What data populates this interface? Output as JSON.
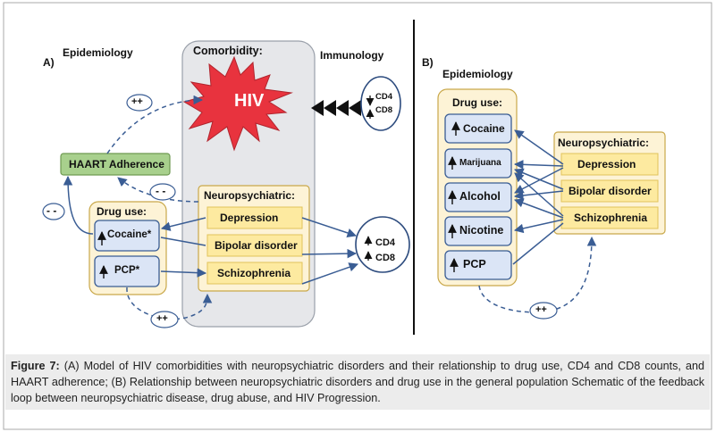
{
  "panel_a": {
    "label": "A)",
    "epidemiology": "Epidemiology",
    "comorbidity": "Comorbidity:",
    "immunology": "Immunology",
    "hiv": "HIV",
    "immune_top": {
      "cd4": "CD4",
      "cd8": "CD8"
    },
    "immune_bottom": {
      "cd4": "CD4",
      "cd8": "CD8"
    },
    "haart": "HAART Adherence",
    "plus_top": "++",
    "plus_bottom": "++",
    "minus_mid": "- -",
    "minus_left": "- -",
    "drug_use_title": "Drug use:",
    "drugs": [
      "Cocaine*",
      "PCP*"
    ],
    "neuro_title": "Neuropsychiatric:",
    "disorders": [
      "Depression",
      "Bipolar disorder",
      "Schizophrenia"
    ]
  },
  "panel_b": {
    "label": "B)",
    "epidemiology": "Epidemiology",
    "drug_use_title": "Drug use:",
    "drugs": [
      "Cocaine",
      "Marijuana",
      "Alcohol",
      "Nicotine",
      "PCP"
    ],
    "neuro_title": "Neuropsychiatric:",
    "disorders": [
      "Depression",
      "Bipolar disorder",
      "Schizophrenia"
    ],
    "plus": "++"
  },
  "caption": {
    "label": "Figure 7:",
    "text": " (A) Model of HIV comorbidities with neuropsychiatric disorders and their relationship to drug use, CD4 and CD8 counts, and HAART adherence; (B) Relationship between neuropsychiatric disorders and drug use in the general population Schematic of the feedback loop between neuropsychiatric disease, drug abuse, and HIV Progression."
  },
  "colors": {
    "comorbidity_bg": "#e6e7ea",
    "hiv_red": "#e8333e",
    "drug_panel_bg": "#fdf3d6",
    "drug_box": "#dbe5f6",
    "disorder_box": "#fdeaa0",
    "haart_green": "#a8d08d",
    "arrow_blue": "#3a5d94",
    "border_gold": "#c9a84a"
  }
}
